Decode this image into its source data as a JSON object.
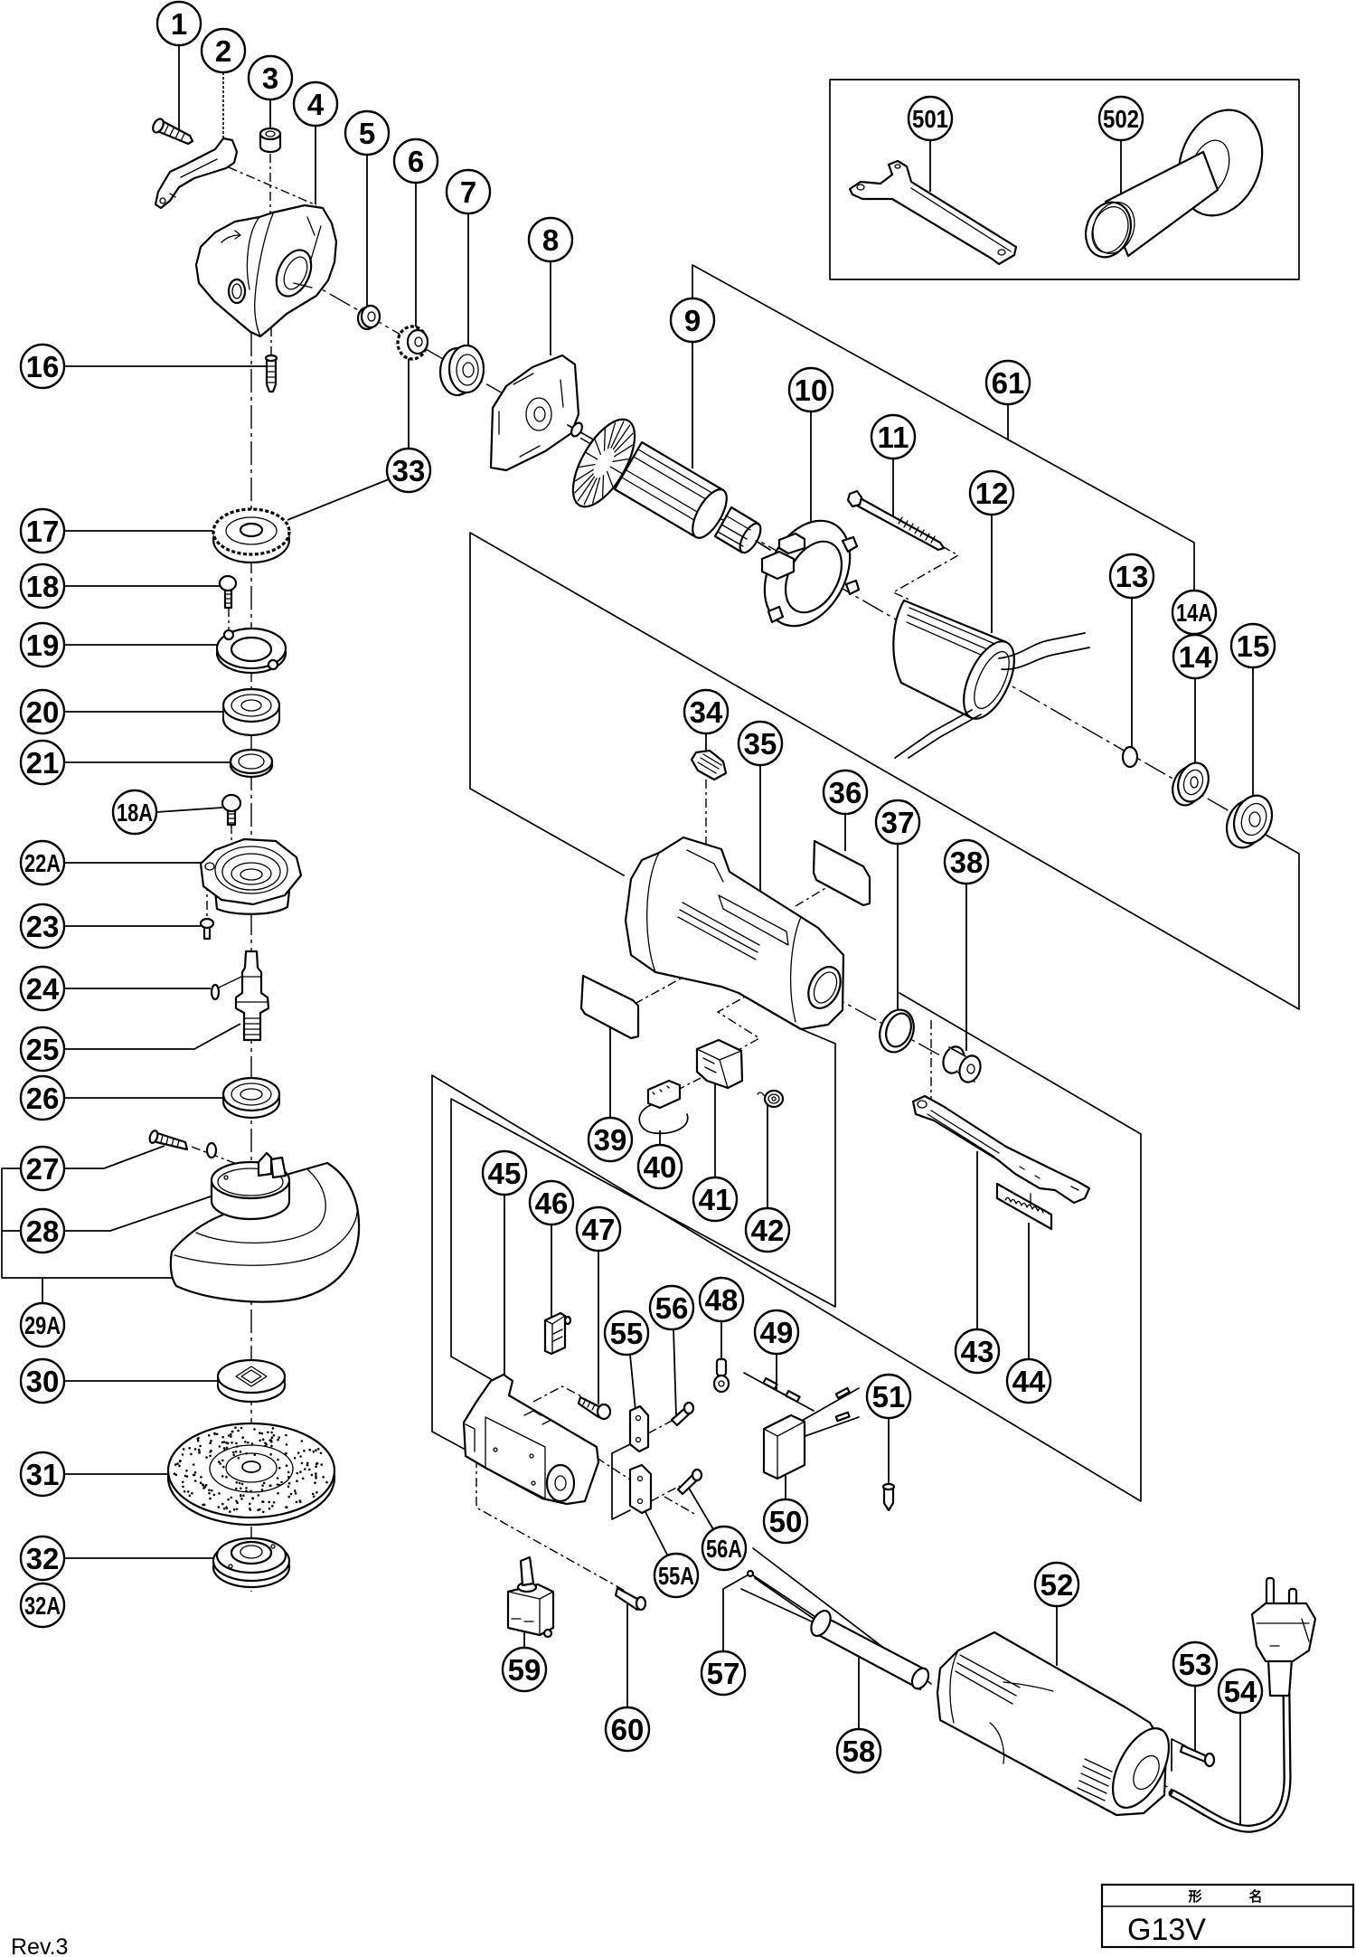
{
  "diagram": {
    "title_block": {
      "header": [
        "形",
        "名"
      ],
      "model": "G13V"
    },
    "revision": "Rev.3",
    "callouts": [
      "1",
      "2",
      "3",
      "4",
      "5",
      "6",
      "7",
      "8",
      "9",
      "10",
      "11",
      "12",
      "13",
      "14",
      "14A",
      "15",
      "16",
      "17",
      "18",
      "18A",
      "19",
      "20",
      "21",
      "22A",
      "23",
      "24",
      "25",
      "26",
      "27",
      "28",
      "29A",
      "30",
      "31",
      "32",
      "32A",
      "33",
      "34",
      "35",
      "36",
      "37",
      "38",
      "39",
      "40",
      "41",
      "42",
      "43",
      "44",
      "45",
      "46",
      "47",
      "48",
      "49",
      "50",
      "51",
      "52",
      "53",
      "54",
      "55",
      "55A",
      "56",
      "56A",
      "57",
      "58",
      "59",
      "60",
      "61",
      "501",
      "502"
    ]
  }
}
